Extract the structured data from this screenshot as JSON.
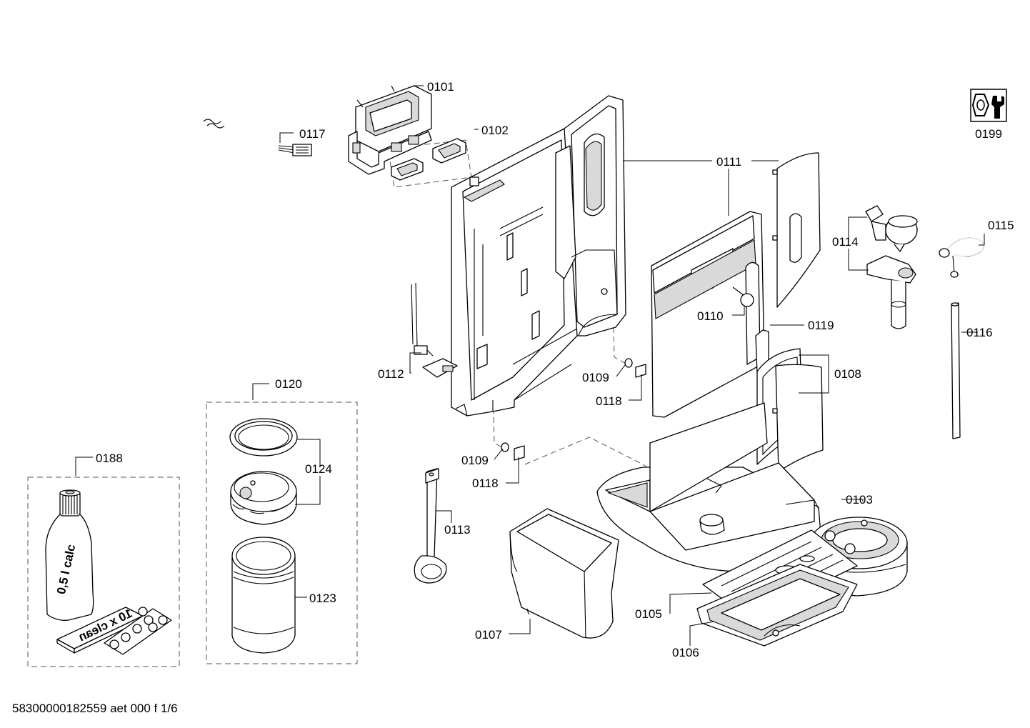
{
  "labels": {
    "p0101": "0101",
    "p0102": "0102",
    "p0117": "0117",
    "p0199": "0199",
    "p0111": "0111",
    "p0114": "0114",
    "p0115": "0115",
    "p0110": "0110",
    "p0119": "0119",
    "p0116": "0116",
    "p0108": "0108",
    "p0112": "0112",
    "p0109a": "0109",
    "p0118a": "0118",
    "p0120": "0120",
    "p0124": "0124",
    "p0188": "0188",
    "p0109b": "0109",
    "p0118b": "0118",
    "p0113": "0113",
    "p0103": "0103",
    "p0123": "0123",
    "p0105": "0105",
    "p0107": "0107",
    "p0106": "0106"
  },
  "product_text": {
    "bottle": "0,5 l calc",
    "tablet_box": "10 x clean"
  },
  "footer": {
    "document_id": "58300000182559 aet 000 f 1/6"
  },
  "icons": {
    "service": "wrench-nut-icon"
  }
}
